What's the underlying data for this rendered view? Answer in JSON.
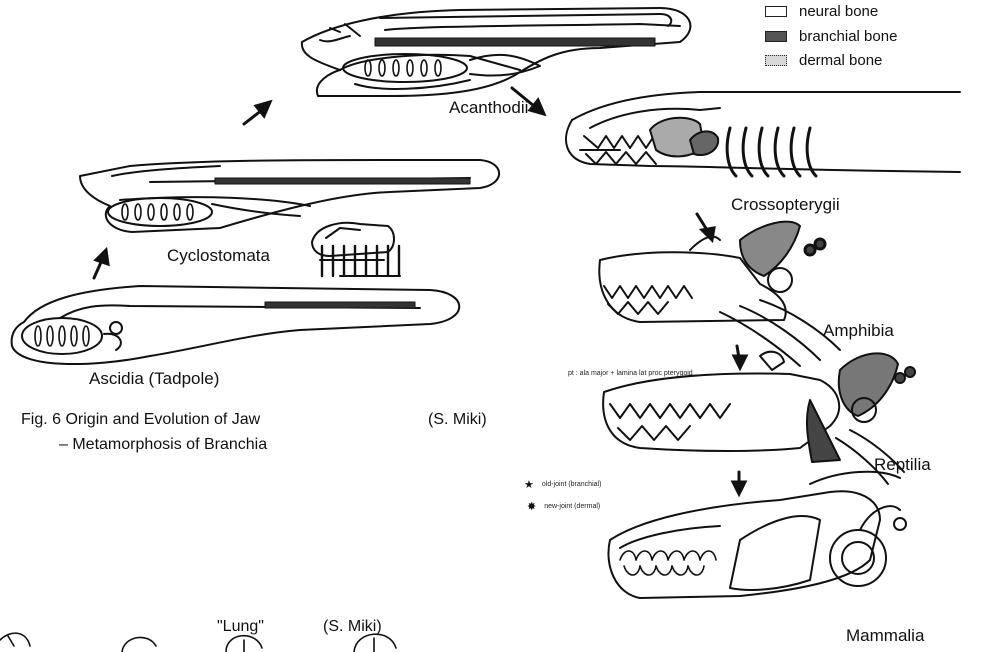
{
  "legend": {
    "neural": "neural bone",
    "branchial": "branchial bone",
    "dermal": "dermal bone"
  },
  "taxa": {
    "acanthodii": "Acanthodii",
    "crossopterygii": "Crossopterygii",
    "cyclostomata": "Cyclostomata",
    "amphibia": "Amphibia",
    "ascidia": "Ascidia (Tadpole)",
    "reptilia": "Reptilia",
    "mammalia": "Mammalia"
  },
  "caption": {
    "line1": "Fig. 6 Origin and Evolution of Jaw",
    "author": "(S.   Miki)",
    "line2": "– Metamorphosis of Branchia"
  },
  "joint_legend": {
    "old": "old-joint (branchial)",
    "new": "new-joint (dermal)"
  },
  "reptile_note": "pt : ala major + lamina lat proc pterygoid",
  "lung": {
    "title": "\"Lung\"",
    "author": "(S. Miki)"
  }
}
